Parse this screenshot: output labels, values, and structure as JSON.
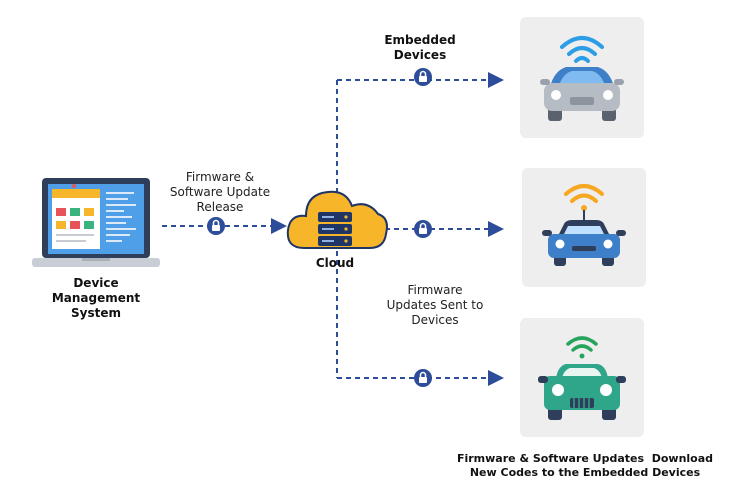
{
  "device_management": {
    "label_line1": "Device",
    "label_line2": "Management",
    "label_line3": "System"
  },
  "release": {
    "line1": "Firmware &",
    "line2": "Software Update",
    "line3": "Release"
  },
  "cloud": {
    "label": "Cloud"
  },
  "embedded": {
    "line1": "Embedded",
    "line2": "Devices"
  },
  "sent": {
    "line1": "Firmware",
    "line2": "Updates Sent to",
    "line3": "Devices"
  },
  "footer": {
    "line1": "Firmware & Software Updates  Download",
    "line2": "New Codes to the Embedded Devices"
  },
  "colors": {
    "arrow": "#2d4d9a",
    "cloud": "#f7b62a",
    "server": "#1f3566",
    "car_top": "#b6bcc4",
    "car_middle": "#3e7fc9",
    "car_bottom": "#2fa58a",
    "wifi_top": "#2d9de6",
    "wifi_middle": "#f7a823",
    "wifi_bottom": "#27a45c",
    "card": "#eeeeee"
  },
  "icons": [
    "laptop-icon",
    "cloud-server-icon",
    "lock-icon",
    "wifi-icon",
    "car-icon"
  ]
}
